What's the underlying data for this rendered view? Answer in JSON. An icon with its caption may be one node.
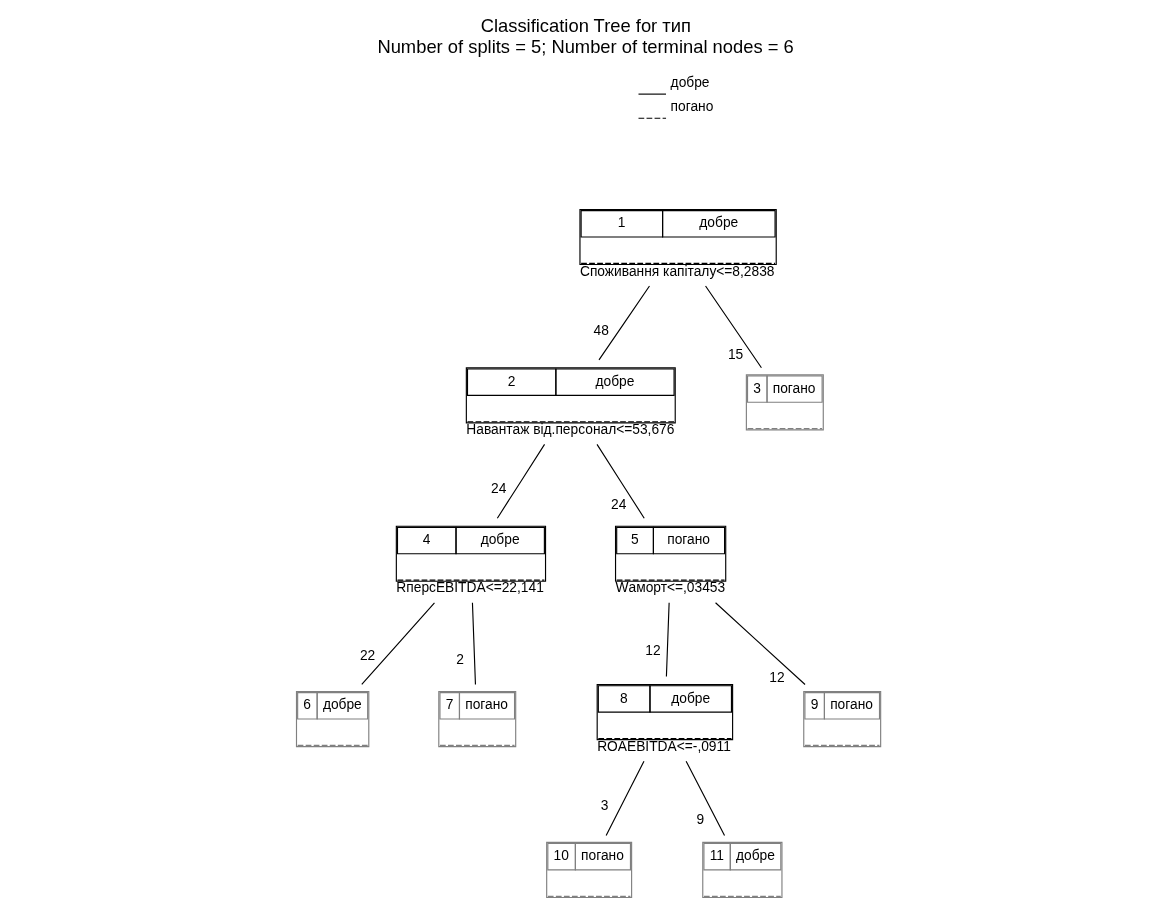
{
  "diagram": {
    "title": "Classification Tree for тип",
    "caption": "Number of splits = 5; Number of terminal nodes = 6",
    "nodes": [
      {
        "text": [
          "1",
          "добре"
        ],
        "beside": [
          "Споживання капіталу<=8,2838"
        ]
      },
      {
        "text": [
          "2",
          "добре"
        ],
        "beside": [
          "Навантаж від.персонал<=53,676"
        ]
      },
      {
        "text": [
          "3",
          "погано"
        ]
      },
      {
        "text": [
          "4",
          "добре"
        ],
        "beside": [
          "RперсEBITDA<=22,141"
        ]
      },
      {
        "text": [
          "5",
          "погано"
        ],
        "beside": [
          "Wаморт<=,03453"
        ]
      },
      {
        "text": [
          "6",
          "добре"
        ]
      },
      {
        "text": [
          "7",
          "погано"
        ]
      },
      {
        "text": [
          "8",
          "добре"
        ],
        "beside": [
          "ROAEBITDA<=-,0911"
        ]
      },
      {
        "text": [
          "9",
          "погано"
        ]
      },
      {
        "text": [
          "10",
          "погано"
        ]
      },
      {
        "text": [
          "11",
          "добре"
        ]
      }
    ],
    "edges": [
      {
        "from": 0,
        "to": 1,
        "arrow": "none",
        "label": "48"
      },
      {
        "from": 0,
        "to": 2,
        "arrow": "none",
        "label": "15"
      },
      {
        "from": 1,
        "to": 3,
        "arrow": "none",
        "label": "24"
      },
      {
        "from": 1,
        "to": 4,
        "arrow": "none",
        "label": "24"
      },
      {
        "from": 3,
        "to": 5,
        "arrow": "none",
        "label": "22"
      },
      {
        "from": 3,
        "to": 6,
        "arrow": "none",
        "label": "2"
      },
      {
        "from": 4,
        "to": 7,
        "arrow": "none",
        "label": "12"
      },
      {
        "from": 4,
        "to": 8,
        "arrow": "none",
        "label": "12"
      },
      {
        "from": 7,
        "to": 9,
        "arrow": "none",
        "label": "3"
      },
      {
        "from": 7,
        "to": 10,
        "arrow": "none",
        "label": "9"
      }
    ],
    "legend": [
      {
        "text": "добре"
      },
      {
        "text": "погано"
      }
    ]
  }
}
